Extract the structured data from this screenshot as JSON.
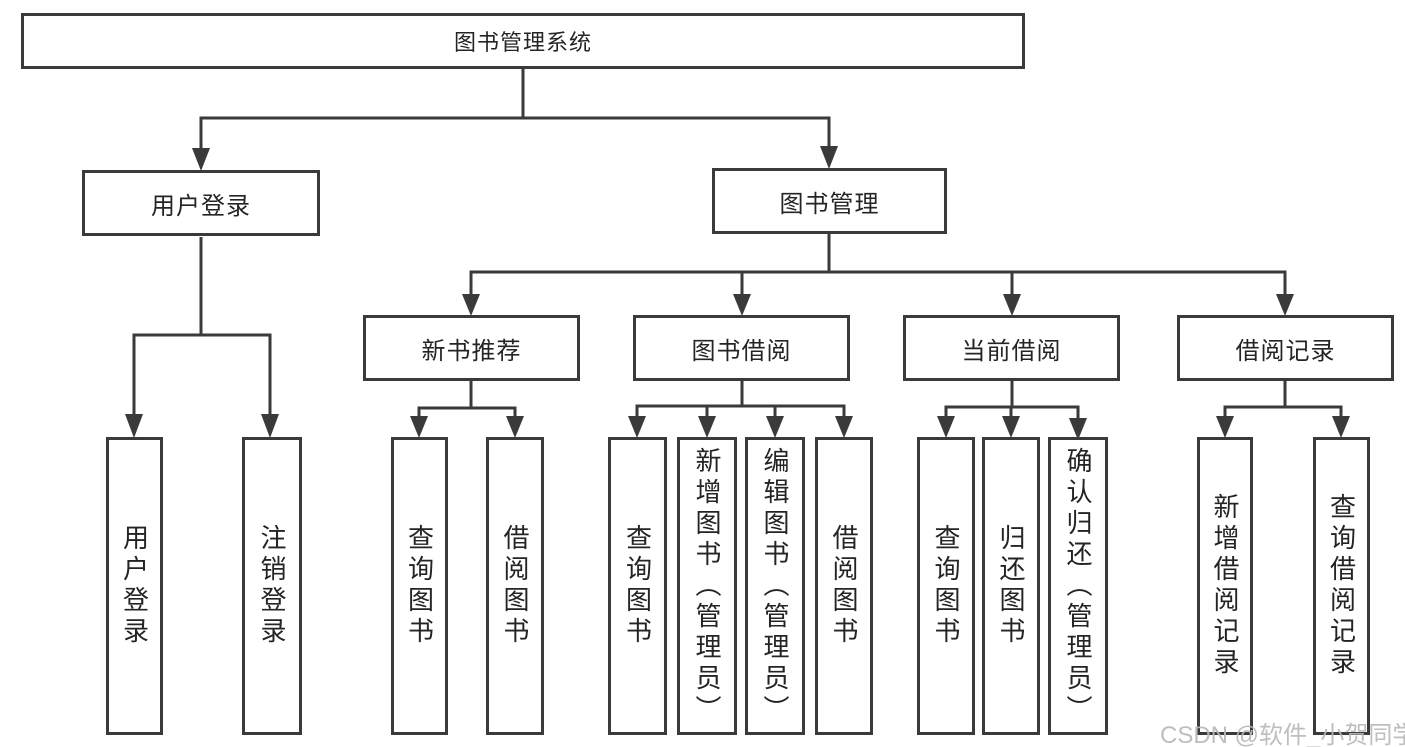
{
  "title": "图书管理系统",
  "level2": [
    "用户登录",
    "图书管理"
  ],
  "level3": [
    "新书推荐",
    "图书借阅",
    "当前借阅",
    "借阅记录"
  ],
  "leaves": {
    "user_login": [
      "用户登录",
      "注销登录"
    ],
    "new_book": [
      "查询图书",
      "借阅图书"
    ],
    "book_borrow": [
      "查询图书",
      "新增图书（管理员）",
      "编辑图书（管理员）",
      "借阅图书"
    ],
    "current_borrow": [
      "查询图书",
      "归还图书",
      "确认归还（管理员）"
    ],
    "borrow_record": [
      "新增借阅记录",
      "查询借阅记录"
    ]
  },
  "watermark": "CSDN @软件_小贺同学",
  "colors": {
    "line": "#3a3a3a",
    "text": "#242424",
    "watermark": "#b9b9b9",
    "background": "#ffffff"
  }
}
